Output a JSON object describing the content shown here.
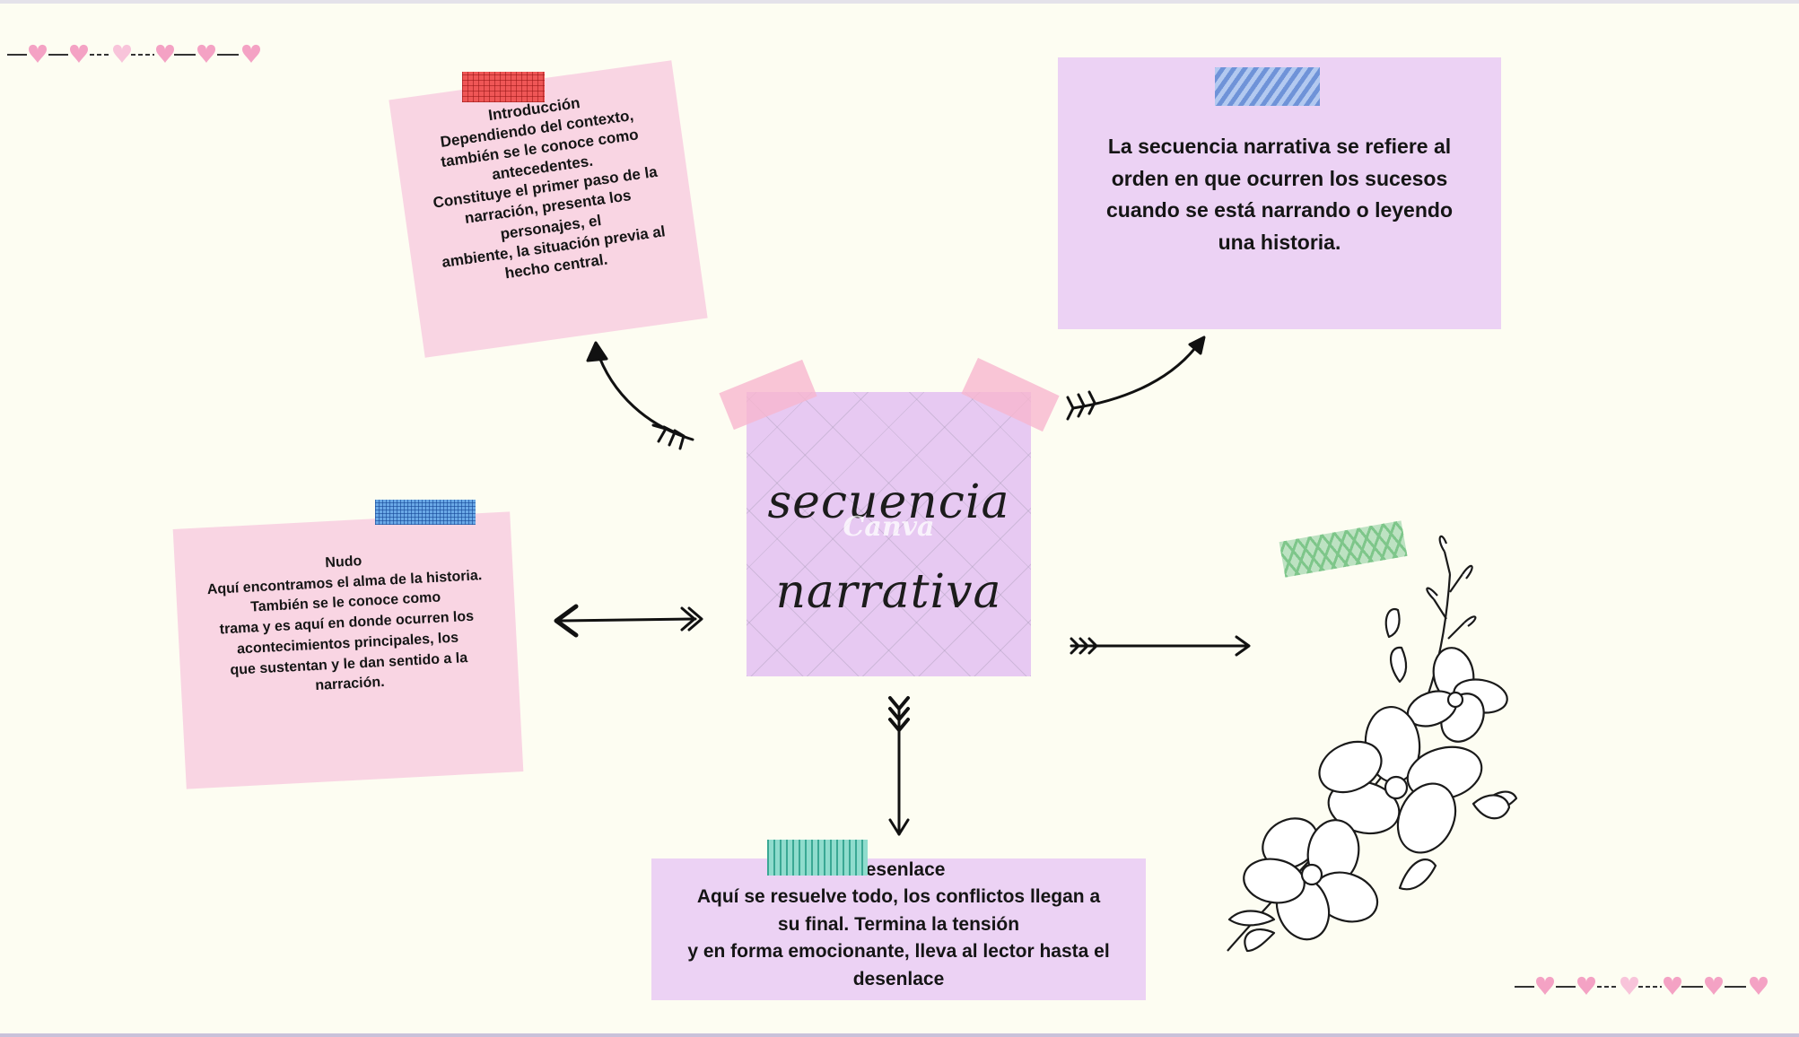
{
  "central": {
    "line1": "secuencia",
    "line2": "narrativa",
    "watermark": "Canva"
  },
  "introduccion": {
    "text": "Introducción\nDependiendo del contexto,\ntambién se le conoce como\nantecedentes.\nConstituye el primer paso de la\nnarración, presenta los\npersonajes, el\nambiente, la situación previa al\nhecho central."
  },
  "definicion": {
    "text": "La secuencia narrativa se refiere al\norden en que ocurren los sucesos\ncuando se está narrando o leyendo\nuna historia."
  },
  "nudo": {
    "text": "Nudo\nAquí encontramos el alma de la historia.\nTambién se le conoce como\ntrama y es aquí en donde ocurren los\nacontecimientos principales, los\nque sustentan y le dan sentido a la\nnarración."
  },
  "desenlace": {
    "title": "Desenlace",
    "text": "Aquí se resuelve todo, los conflictos llegan a\nsu final. Termina la tensión\ny en forma emocionante, lleva al lector hasta el\ndesenlace"
  },
  "decorations": {
    "heart_color": "#f4a2c4",
    "pink_note": "#f9d5e3",
    "lilac_note": "#ecd2f4",
    "central_note": "#e7c9f2",
    "flower": "floral-line-drawing-icon"
  }
}
